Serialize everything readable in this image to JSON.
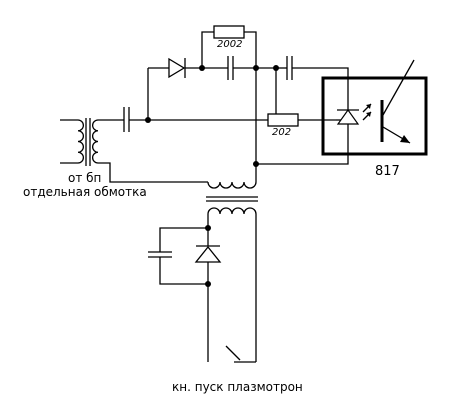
{
  "labels": {
    "resistor_top": "2002",
    "resistor_mid": "202",
    "optocoupler": "817",
    "source_line1": "от бп",
    "source_line2": "отдельная обмотка",
    "button": "кн. пуск плазмотрон"
  }
}
